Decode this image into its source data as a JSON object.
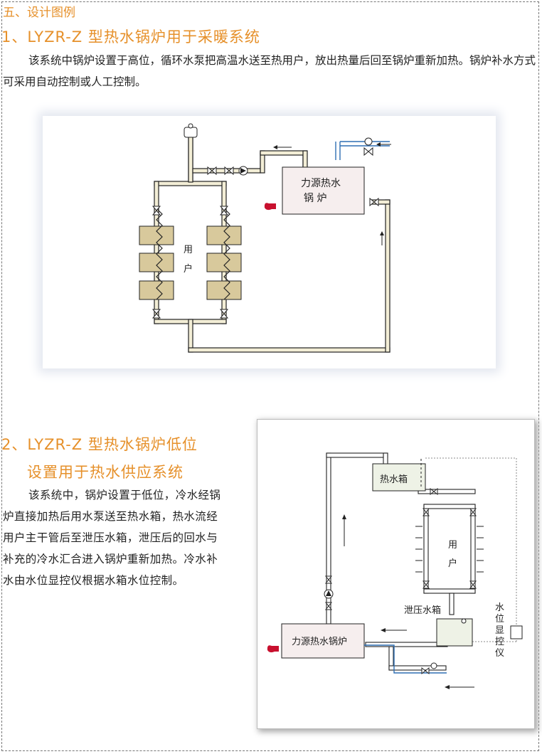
{
  "section_title": "五、设计图例",
  "part1": {
    "title": "1、LYZR-Z 型热水锅炉用于采暖系统",
    "paragraph": "该系统中锅炉设置于高位，循环水泵把高温水送至热用户，放出热量后回至锅炉重新加热。锅炉补水方式可采用自动控制或人工控制。",
    "diagram": {
      "boiler_label_line1": "力源热水",
      "boiler_label_line2": "锅    炉",
      "user_label_1": "用",
      "user_label_2": "户"
    }
  },
  "part2": {
    "title_line1": "2、LYZR-Z 型热水锅炉低位",
    "title_line2": "设置用于热水供应系统",
    "paragraph": "该系统中，锅炉设置于低位，冷水经锅炉直接加热后用水泵送至热水箱，热水流经用户主干管后至泄压水箱，泄压后的回水与补充的冷水汇合进入锅炉重新加热。冷水补水由水位显控仪根据水箱水位控制。",
    "diagram": {
      "hot_tank_label": "热水箱",
      "boiler_label": "力源热水锅炉",
      "relief_tank_label": "泄压水箱",
      "user_label_1": "用",
      "user_label_2": "户",
      "level_ctrl_1": "水",
      "level_ctrl_2": "位",
      "level_ctrl_3": "显",
      "level_ctrl_4": "控",
      "level_ctrl_5": "仪"
    }
  },
  "colors": {
    "heading": "#e6902a",
    "pipe_fill": "#f3eed6",
    "radiator": "#d8c99c",
    "burner": "#c8102e",
    "cold_pipe": "#2f6fb3"
  }
}
